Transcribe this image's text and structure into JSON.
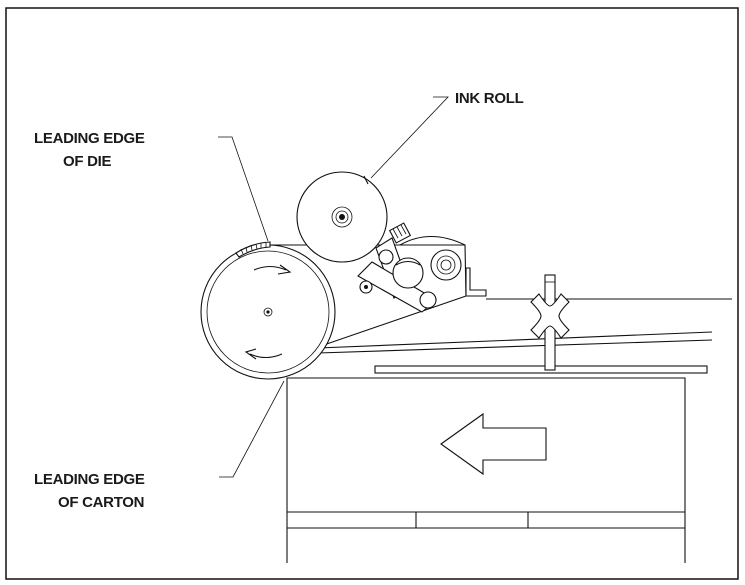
{
  "labels": {
    "ink_roll": "INK ROLL",
    "leading_edge_die_line1": "LEADING EDGE",
    "leading_edge_die_line2": "OF DIE",
    "leading_edge_carton_line1": "LEADING EDGE",
    "leading_edge_carton_line2": "OF CARTON"
  },
  "colors": {
    "line": "#111111",
    "background": "#ffffff",
    "text": "#1a1a1a"
  }
}
